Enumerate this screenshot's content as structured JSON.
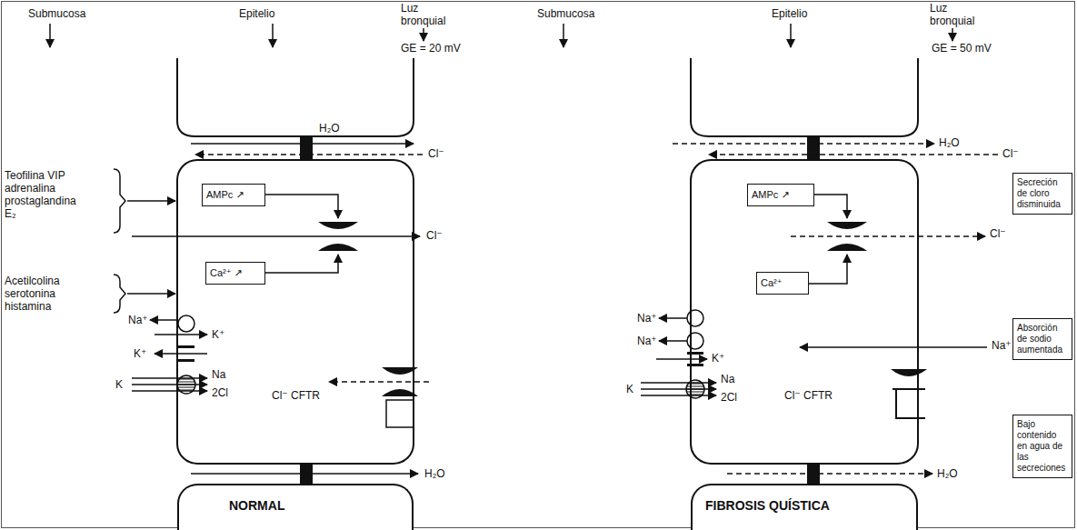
{
  "diagram": {
    "nodes": [
      {
        "text": [
          "AMPc ↗"
        ]
      },
      {
        "text": [
          "Ca²⁺ ↗"
        ]
      },
      {
        "text": [
          "NORMAL"
        ]
      },
      {
        "text": [
          "AMPc ↗"
        ]
      },
      {
        "text": [
          "Secreción de cloro disminuida"
        ]
      },
      {
        "text": [
          "Ca²⁺"
        ]
      },
      {
        "text": [
          "Absorción de sodio aumentada"
        ]
      },
      {
        "text": [
          "Bajo contenido en agua de las secreciones"
        ]
      },
      {
        "text": [
          "FIBROSIS QUÍSTICA"
        ]
      }
    ],
    "labels": [
      "Submucosa",
      "Epitelio",
      "Luz bronquial",
      "GE = 20 mV",
      "H₂O",
      "Cl⁻",
      "Teofilina VIP adrenalina prostaglandina E₂",
      "Cl⁻",
      "Acetilcolina serotonina histamina",
      "Na⁺",
      "K⁺",
      "K⁺",
      "K",
      "Na",
      "2Cl",
      "Cl⁻ CFTR",
      "H₂O",
      "Submucosa",
      "Epitelio",
      "Luz bronquial",
      "GE = 50 mV",
      "H₂O",
      "Cl⁻",
      "Cl⁻",
      "Na⁺",
      "Na⁺",
      "K⁺",
      "K",
      "Na",
      "2Cl",
      "Na⁺",
      "Cl⁻ CFTR",
      "H₂O"
    ]
  }
}
